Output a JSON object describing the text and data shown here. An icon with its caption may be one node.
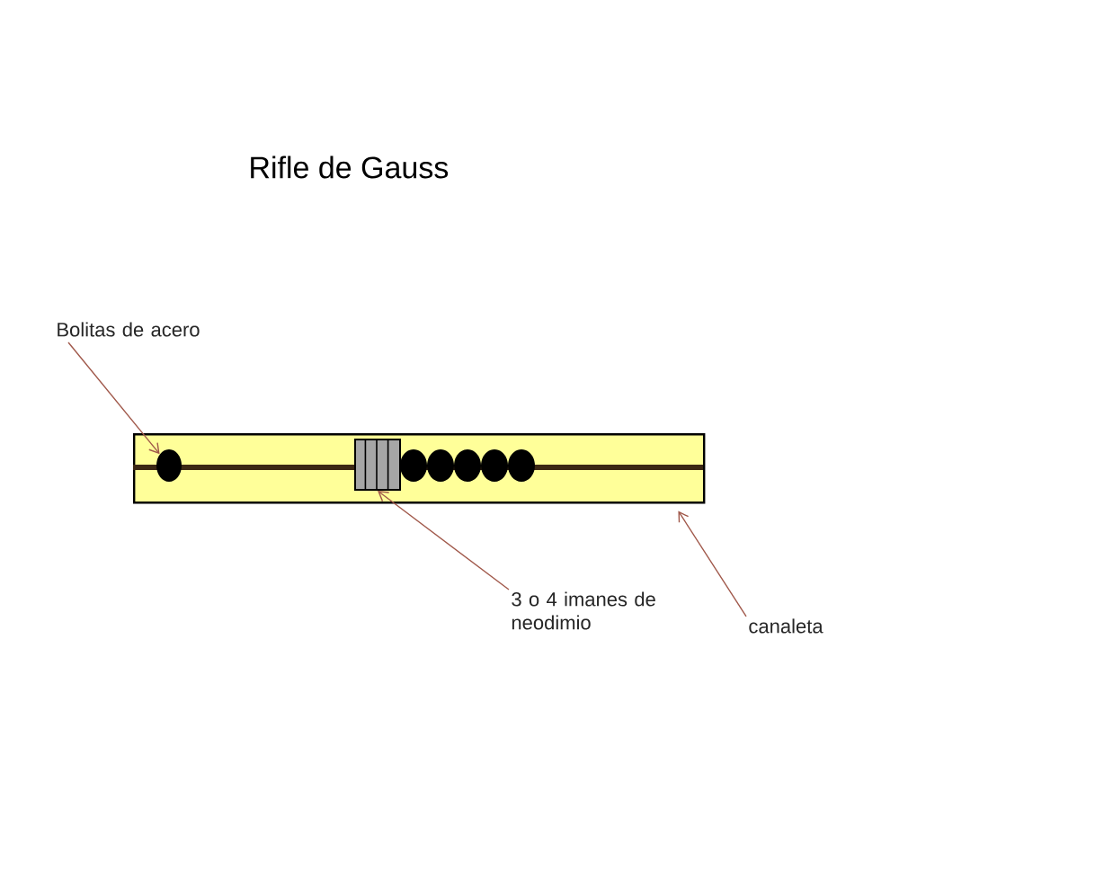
{
  "diagram": {
    "title": "Rifle de Gauss",
    "nodes": [
      {
        "text": [],
        "shape": "bar"
      },
      {
        "text": [
          "Bolitas de acero"
        ]
      },
      {
        "text": [],
        "shape": "circle",
        "in": 0
      },
      {
        "text": [
          "3 o 4 imanes de neodimio"
        ]
      },
      {
        "text": [],
        "shape": "box",
        "in": 0
      },
      {
        "text": [
          "canaleta"
        ]
      }
    ],
    "edges": [
      {
        "from": 1,
        "to": 2,
        "arrow": "to"
      },
      {
        "from": 3,
        "to": 4,
        "arrow": "to"
      },
      {
        "from": 5,
        "to": 0,
        "arrow": "to"
      }
    ]
  }
}
